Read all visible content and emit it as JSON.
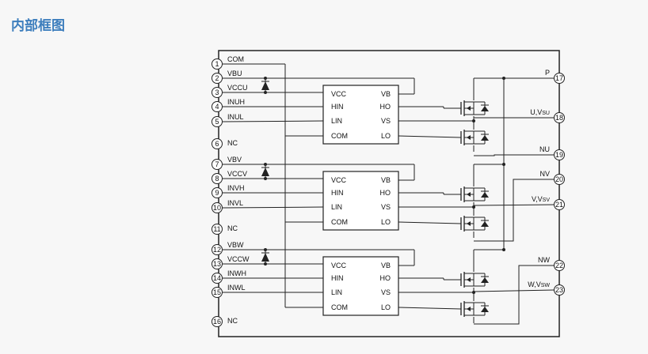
{
  "page": {
    "title": "内部框图"
  },
  "left_pins": [
    {
      "num": "1",
      "label": "COM"
    },
    {
      "num": "2",
      "label": "VBU"
    },
    {
      "num": "3",
      "label": "VCCU"
    },
    {
      "num": "4",
      "label": "INUH"
    },
    {
      "num": "5",
      "label": "INUL"
    },
    {
      "num": "6",
      "label": "NC"
    },
    {
      "num": "7",
      "label": "VBV"
    },
    {
      "num": "8",
      "label": "VCCV"
    },
    {
      "num": "9",
      "label": "INVH"
    },
    {
      "num": "10",
      "label": "INVL"
    },
    {
      "num": "11",
      "label": "NC"
    },
    {
      "num": "12",
      "label": "VBW"
    },
    {
      "num": "13",
      "label": "VCCW"
    },
    {
      "num": "14",
      "label": "INWH"
    },
    {
      "num": "15",
      "label": "INWL"
    },
    {
      "num": "16",
      "label": "NC"
    }
  ],
  "right_pins": [
    {
      "num": "17",
      "label": "P"
    },
    {
      "num": "18",
      "label": "U,Vsu"
    },
    {
      "num": "19",
      "label": "NU"
    },
    {
      "num": "20",
      "label": "NV"
    },
    {
      "num": "21",
      "label": "V,Vsv"
    },
    {
      "num": "22",
      "label": "NW"
    },
    {
      "num": "23",
      "label": "W,Vsw"
    }
  ],
  "driver_ic": {
    "left_labels": [
      "VCC",
      "HIN",
      "LIN",
      "COM"
    ],
    "right_labels": [
      "VB",
      "HO",
      "VS",
      "LO"
    ]
  }
}
